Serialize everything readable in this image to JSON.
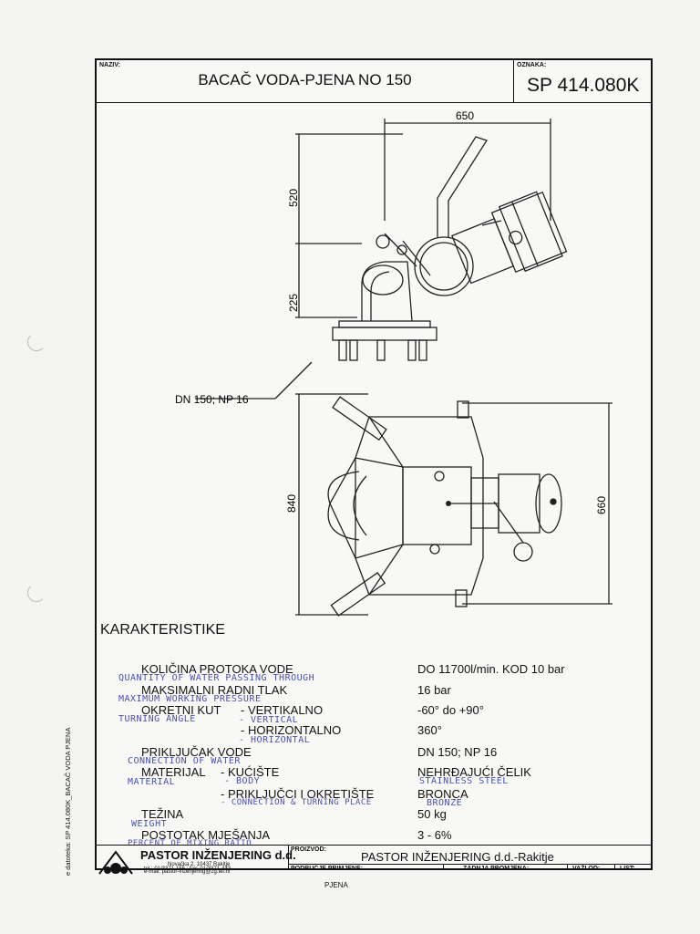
{
  "header": {
    "naziv_label": "NAZIV:",
    "title": "BACAČ VODA-PJENA NO 150",
    "oznaka_label": "OZNAKA:",
    "code": "SP 414.080K"
  },
  "drawing": {
    "dim_width": "650",
    "dim_upper": "520",
    "dim_lower": "225",
    "dim_depth": "840",
    "dim_side": "660",
    "connection_label": "DN 150; NP 16"
  },
  "section_title": "KARAKTERISTIKE",
  "specs": {
    "flow_label": "KOLIČINA PROTOKA VODE",
    "flow_note": "QUANTITY OF WATER PASSING THROUGH",
    "flow_value": "DO 11700l/min. KOD 10 bar",
    "pressure_label": "MAKSIMALNI RADNI TLAK",
    "pressure_note": "MAXIMUM WORKING PRESSURE",
    "pressure_value": "16 bar",
    "turn_label": "OKRETNI KUT",
    "turn_note": "TURNING ANGLE",
    "vertical_label": "- VERTIKALNO",
    "vertical_note": "- VERTICAL",
    "vertical_value": "-60° do +90°",
    "horizontal_label": "- HORIZONTALNO",
    "horizontal_note": "- HORIZONTAL",
    "horizontal_value": "360°",
    "connection_label": "PRIKLJUČAK VODE",
    "connection_note": "CONNECTION OF WATER",
    "connection_value": "DN 150; NP 16",
    "material_label": "MATERIJAL",
    "material_note": "MATERIAL",
    "body_label": "- KUĆIŠTE",
    "body_note": "- BODY",
    "body_value": "NEHRĐAJUĆI ČELIK",
    "body_value_note": "STAINLESS STEEL",
    "joints_label": "- PRIKLJUČCI I OKRETIŠTE",
    "joints_note": "- CONNECTION & TURNING PLACE",
    "joints_value": "BRONCA",
    "joints_value_note": "BRONZE",
    "weight_label": "TEŽINA",
    "weight_note": "WEIGHT",
    "weight_value": "50 kg",
    "mix_label": "POSTOTAK MJEŠANJA",
    "mix_note": "PERCENT OF MIXING RATIO",
    "mix_value": "3 - 6%"
  },
  "footer": {
    "company": "PASTOR INŽENJERING d.d.",
    "address": "Novačka 2, 10437 Rakitje",
    "phone": "tel.: 01/3371-155 ; fax: 01/3371-433",
    "email": "e-mail: pastor-inzenjering@zg.tel.hr",
    "proizvod_label": "PROIZVOD:",
    "producer": "PASTOR INŽENJERING d.d.-Rakitje",
    "area_label": "PODRUČJE PRIMJENE:",
    "change_label": "ZADNJA PROMJENA:",
    "valid_label": "VAŽI OD:",
    "list_label": "LIST:",
    "area_value": "PJENA"
  },
  "side_note": "e datoteka: SP 414.080K_BACAČ VODA PJENA"
}
